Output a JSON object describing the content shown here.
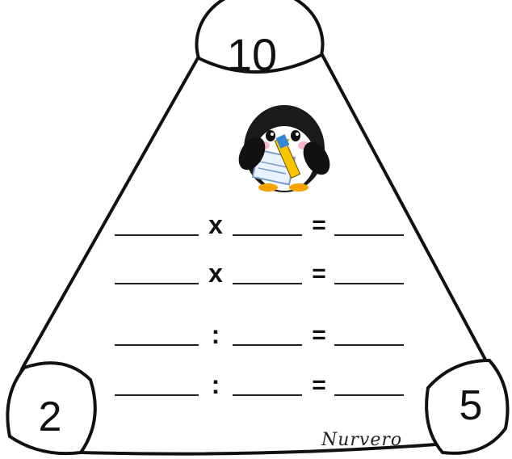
{
  "triangle": {
    "top_number": "10",
    "left_number": "2",
    "right_number": "5"
  },
  "equations": [
    {
      "operator": "x",
      "equals": "="
    },
    {
      "operator": "x",
      "equals": "="
    },
    {
      "operator": ":",
      "equals": "="
    },
    {
      "operator": ":",
      "equals": "="
    }
  ],
  "illustration": "penguin-with-pencil-and-notebook",
  "signature": "Nurvero",
  "colors": {
    "line": "#111111",
    "background": "#ffffff"
  }
}
